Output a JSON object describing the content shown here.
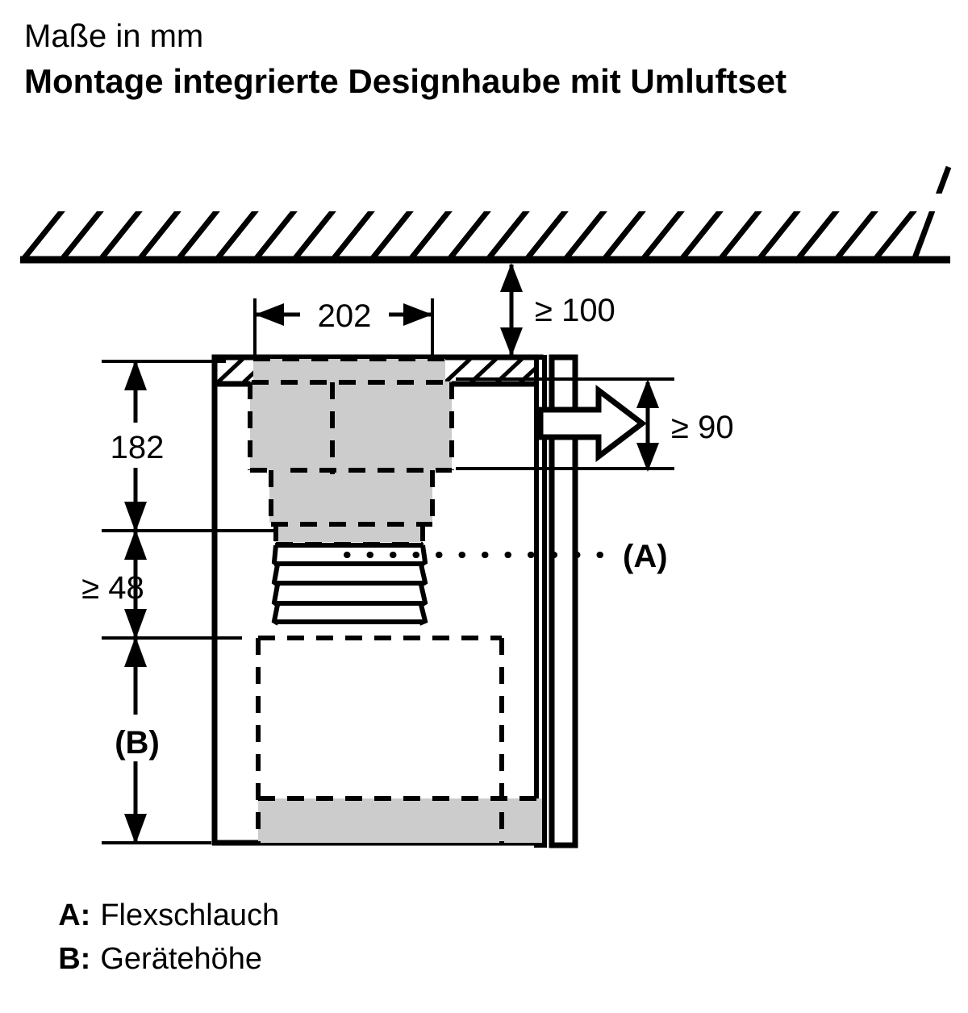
{
  "header": {
    "units_note": "Maße in mm",
    "title": "Montage integrierte Designhaube mit Umluftset"
  },
  "legend": {
    "a_key": "A:",
    "a_label": "Flexschlauch",
    "b_key": "B:",
    "b_label": "Gerätehöhe"
  },
  "callouts": {
    "flex_hose": "(A)",
    "appliance_height": "(B)"
  },
  "dimensions": {
    "width_top": "202",
    "ceiling_gap": "≥ 100",
    "body_height": "182",
    "hose_min": "≥ 48",
    "outlet_min": "≥ 90"
  },
  "colors": {
    "stroke": "#000000",
    "unit_fill": "#cccccc",
    "background": "#ffffff"
  },
  "diagram": {
    "type": "technical-installation-drawing",
    "description": "Sectional view of an integrated design hood with recirculation set mounted in a wall cabinet below a ceiling"
  }
}
